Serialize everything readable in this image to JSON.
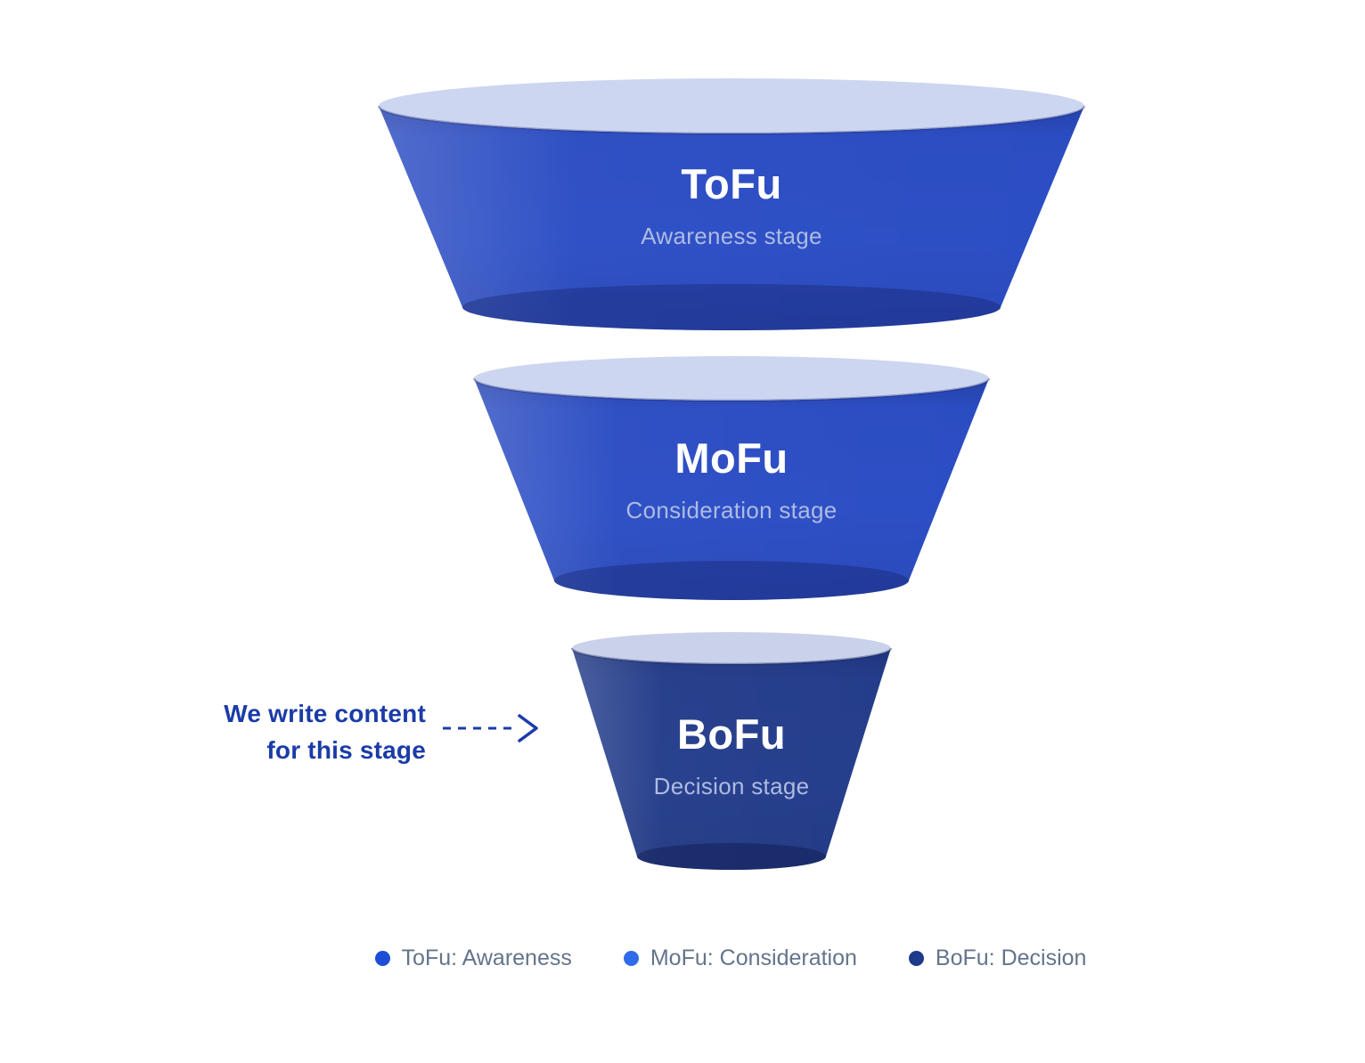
{
  "page": {
    "background": "#FFFFFF"
  },
  "funnel": {
    "stages": [
      {
        "id": "tofu",
        "title": "ToFu",
        "subtitle": "Awareness stage",
        "body_color": "#2C4EC5",
        "top_color": "#CDD6F0",
        "rim_color": "rgba(26,38,110,0.35)",
        "bottom_shade": "rgba(16,26,88,0.32)"
      },
      {
        "id": "mofu",
        "title": "MoFu",
        "subtitle": "Consideration stage",
        "body_color": "#2C4EC5",
        "top_color": "#CDD6F0",
        "rim_color": "rgba(26,38,110,0.35)",
        "bottom_shade": "rgba(16,26,88,0.32)"
      },
      {
        "id": "bofu",
        "title": "BoFu",
        "subtitle": "Decision stage",
        "body_color": "#253E8C",
        "top_color": "#C9D2EA",
        "rim_color": "rgba(20,30,90,0.40)",
        "bottom_shade": "rgba(8,14,60,0.35)"
      }
    ]
  },
  "annotation": {
    "line1": "We write content",
    "line2": "for this stage",
    "color": "#1B3BA8"
  },
  "legend": {
    "items": [
      {
        "label": "ToFu: Awareness",
        "dot_color": "#1D4ED8"
      },
      {
        "label": "MoFu: Consideration",
        "dot_color": "#2F6BEB"
      },
      {
        "label": "BoFu: Decision",
        "dot_color": "#1E3A8A"
      }
    ]
  }
}
